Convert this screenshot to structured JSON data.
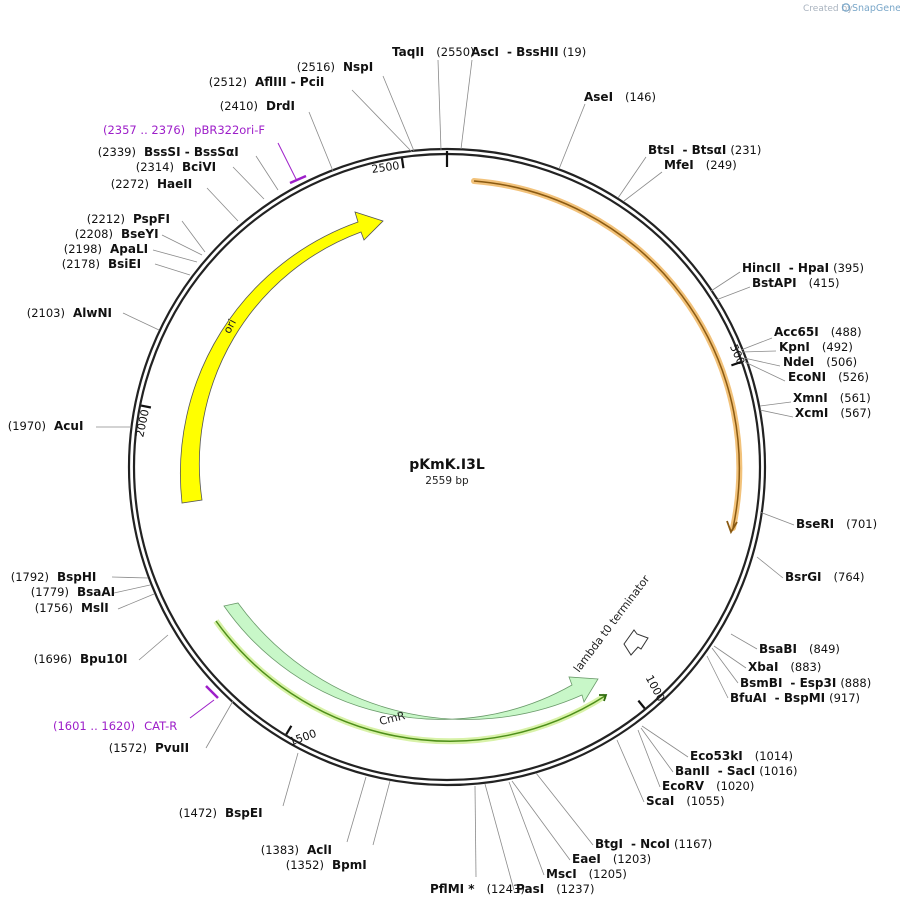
{
  "credit": {
    "created_by": "Created by",
    "brand": "SnapGene"
  },
  "plasmid": {
    "name": "pKmK.I3L",
    "length_label": "2559 bp",
    "length_bp": 2559
  },
  "colors": {
    "backbone": "#222222",
    "ori": "#ffff00",
    "cmr": "#c8f7c8",
    "cmr_bar": "#4e8f1a",
    "primer": "#9d1ec9",
    "orange_arrow": "#e0a34a",
    "leader": "#8a8a8a",
    "position_text": "#111111"
  },
  "ticks": [
    {
      "bp": 500,
      "label": "500"
    },
    {
      "bp": 1000,
      "label": "1000"
    },
    {
      "bp": 1500,
      "label": "1500"
    },
    {
      "bp": 2000,
      "label": "2000"
    },
    {
      "bp": 2500,
      "label": "2500"
    }
  ],
  "features": [
    {
      "name": "ori",
      "label": "ori",
      "start": 1950,
      "end": 2480,
      "direction": "cw",
      "color": "#ffff00"
    },
    {
      "name": "CmR",
      "label": "CmR",
      "start": 1640,
      "end": 990,
      "direction": "ccw",
      "color": "#c8f7c8"
    },
    {
      "name": "lambda t0 terminator",
      "label": "lambda t0 terminator",
      "direction": "cw",
      "color": "#ffffff"
    }
  ],
  "primers": [
    {
      "pos": "(2357 .. 2376)",
      "name": "pBR322ori-F"
    },
    {
      "pos": "(1601 .. 1620)",
      "name": "CAT-R"
    }
  ],
  "sites": [
    {
      "name": "AscI",
      "name2": "BssHII",
      "pos": "(19)"
    },
    {
      "name": "AseI",
      "pos": "(146)"
    },
    {
      "name": "BtsI",
      "name2": "BtsαI",
      "pos": "(231)"
    },
    {
      "name": "MfeI",
      "pos": "(249)"
    },
    {
      "name": "HincII",
      "name2": "HpaI",
      "pos": "(395)"
    },
    {
      "name": "BstAPI",
      "pos": "(415)"
    },
    {
      "name": "Acc65I",
      "pos": "(488)"
    },
    {
      "name": "KpnI",
      "pos": "(492)"
    },
    {
      "name": "NdeI",
      "pos": "(506)"
    },
    {
      "name": "EcoNI",
      "pos": "(526)"
    },
    {
      "name": "XmnI",
      "pos": "(561)"
    },
    {
      "name": "XcmI",
      "pos": "(567)"
    },
    {
      "name": "BseRI",
      "pos": "(701)"
    },
    {
      "name": "BsrGI",
      "pos": "(764)"
    },
    {
      "name": "BsaBI",
      "pos": "(849)"
    },
    {
      "name": "XbaI",
      "pos": "(883)"
    },
    {
      "name": "BsmBI",
      "name2": "Esp3I",
      "pos": "(888)"
    },
    {
      "name": "BfuAI",
      "name2": "BspMI",
      "pos": "(917)"
    },
    {
      "name": "Eco53kI",
      "pos": "(1014)"
    },
    {
      "name": "BanII",
      "name2": "SacI",
      "pos": "(1016)"
    },
    {
      "name": "EcoRV",
      "pos": "(1020)"
    },
    {
      "name": "ScaI",
      "pos": "(1055)"
    },
    {
      "name": "BtgI",
      "name2": "NcoI",
      "pos": "(1167)"
    },
    {
      "name": "EaeI",
      "pos": "(1203)"
    },
    {
      "name": "MscI",
      "pos": "(1205)"
    },
    {
      "name": "PasI",
      "pos": "(1237)"
    },
    {
      "name": "PflMI *",
      "pos": "(1243)"
    },
    {
      "name": "BpmI",
      "pos": "(1352)"
    },
    {
      "name": "AclI",
      "pos": "(1383)"
    },
    {
      "name": "BspEI",
      "pos": "(1472)"
    },
    {
      "name": "PvuII",
      "pos": "(1572)"
    },
    {
      "name": "Bpu10I",
      "pos": "(1696)"
    },
    {
      "name": "MslI",
      "pos": "(1756)"
    },
    {
      "name": "BsaAI",
      "pos": "(1779)"
    },
    {
      "name": "BspHI",
      "pos": "(1792)"
    },
    {
      "name": "AcuI",
      "pos": "(1970)"
    },
    {
      "name": "AlwNI",
      "pos": "(2103)"
    },
    {
      "name": "BsiEI",
      "pos": "(2178)"
    },
    {
      "name": "ApaLI",
      "pos": "(2198)"
    },
    {
      "name": "BseYI",
      "pos": "(2208)"
    },
    {
      "name": "PspFI",
      "pos": "(2212)"
    },
    {
      "name": "HaeII",
      "pos": "(2272)"
    },
    {
      "name": "BciVI",
      "pos": "(2314)"
    },
    {
      "name": "BssSI",
      "name2": "BssSαI",
      "pos": "(2339)"
    },
    {
      "name": "DrdI",
      "pos": "(2410)"
    },
    {
      "name": "AflIII",
      "name2": "PciI",
      "pos": "(2512)"
    },
    {
      "name": "NspI",
      "pos": "(2516)"
    },
    {
      "name": "TaqII",
      "pos": "(2550)"
    }
  ]
}
